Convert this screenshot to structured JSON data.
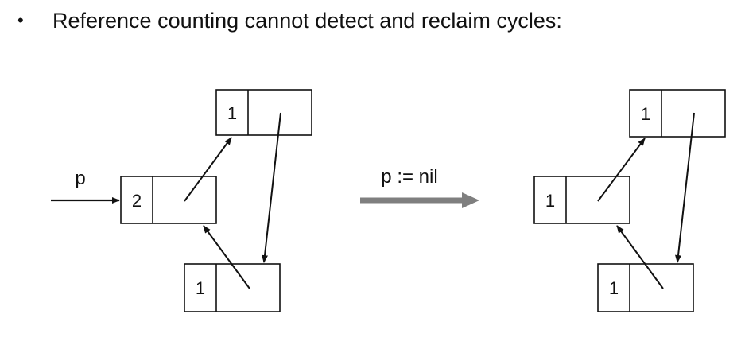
{
  "slide": {
    "bullet_symbol": "•",
    "bullet_text": "Reference counting cannot detect and reclaim cycles:"
  },
  "before": {
    "pointer_label": "p",
    "top_count": "1",
    "middle_count": "2",
    "bottom_count": "1"
  },
  "transition": {
    "label": "p := nil",
    "arrow_color": "#7f7f7f"
  },
  "after": {
    "top_count": "1",
    "middle_count": "1",
    "bottom_count": "1"
  }
}
